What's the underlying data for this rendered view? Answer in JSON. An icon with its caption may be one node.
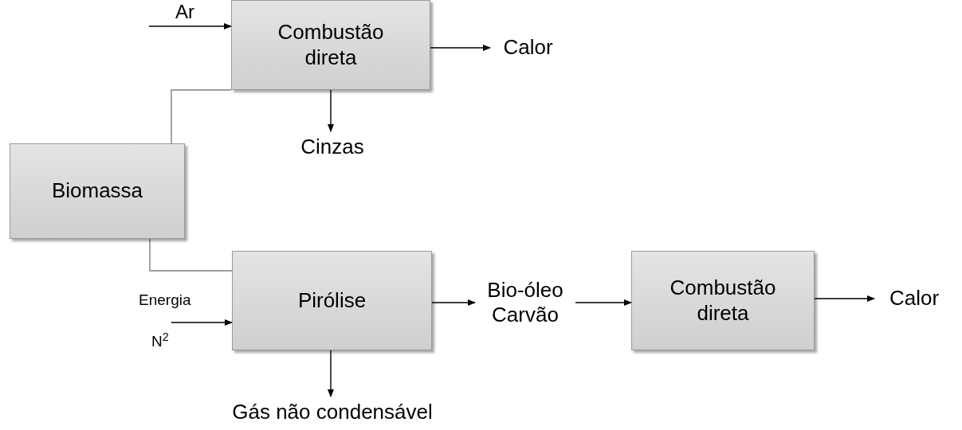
{
  "diagram": {
    "nodes": [
      {
        "text": [
          "Combustão direta"
        ]
      },
      {
        "text": [
          "Calor"
        ]
      },
      {
        "text": [
          "Cinzas"
        ]
      },
      {
        "text": [
          "Biomassa"
        ]
      },
      {
        "text": [
          "Pirólise"
        ]
      },
      {
        "text": [
          "Bio-óleo Carvão"
        ]
      },
      {
        "text": [
          "Combustão direta"
        ]
      },
      {
        "text": [
          "Calor"
        ]
      },
      {
        "text": [
          "Gás não condensável"
        ]
      }
    ],
    "edges": [
      {
        "from": null,
        "to": 0,
        "arrow": "to",
        "label": "Ar"
      },
      {
        "from": 0,
        "to": 1,
        "arrow": "to"
      },
      {
        "from": 0,
        "to": 2,
        "arrow": "to"
      },
      {
        "from": 3,
        "to": 0,
        "arrow": "none",
        "color": "#7f7f7f"
      },
      {
        "from": 3,
        "to": 4,
        "arrow": "none",
        "color": "#7f7f7f"
      },
      {
        "from": null,
        "to": 4,
        "arrow": "to",
        "label": "Energia"
      },
      {
        "from": 4,
        "to": 5,
        "arrow": "to"
      },
      {
        "from": 5,
        "to": 6,
        "arrow": "to"
      },
      {
        "from": 6,
        "to": 7,
        "arrow": "to"
      },
      {
        "from": 4,
        "to": 8,
        "arrow": "to"
      }
    ],
    "labels": [
      "N$^{2}$"
    ]
  }
}
